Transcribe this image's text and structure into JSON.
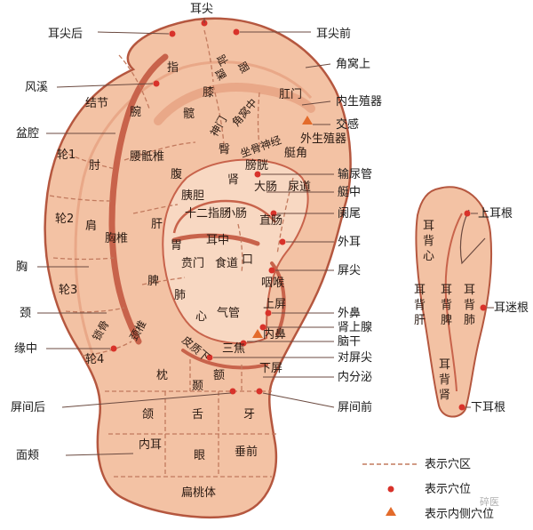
{
  "colors": {
    "skin": "#f3c2a4",
    "skin_light": "#f8d8c2",
    "skin_dark": "#e9a888",
    "outline": "#b5573f",
    "dashed": "#c27a5e",
    "point": "#d8322a",
    "line": "#6b4a40"
  },
  "outer_labels": {
    "ershi": "耳尖",
    "ershi_hou": "耳尖后",
    "ershi_qian": "耳尖前",
    "jiaowo_shang": "角窝上",
    "fengxi": "风溪",
    "neisheng_zhiqi": "内生殖器",
    "penqiang": "盆腔",
    "jiaogan": "交感",
    "shuniaoguan": "输尿管",
    "tingzhong": "艇中",
    "lanwei": "阑尾",
    "waier": "外耳",
    "xiong": "胸",
    "pingjian": "屏尖",
    "jing": "颈",
    "waibi": "外鼻",
    "shen_shangxian": "肾上腺",
    "yuanzhong": "缘中",
    "naogan": "脑干",
    "dui_pingjian": "对屏尖",
    "neifenmi": "内分泌",
    "pingjian_hou": "屏间后",
    "pingjian_qian": "屏间前",
    "mianjia": "面颊"
  },
  "zones": {
    "zhi": "指",
    "zhou_wan": "腕",
    "jiexie": "结节",
    "lun1": "轮1",
    "lun2": "轮2",
    "lun3": "轮3",
    "lun4": "轮4",
    "zhou": "肘",
    "jian": "肩",
    "suogu": "锁骨",
    "jingzhui": "颈椎",
    "xiongzhui": "胸椎",
    "yaodizhui": "腰骶椎",
    "kuan": "髋",
    "xi": "膝",
    "huai": "踝",
    "gen": "跟",
    "zhi2": "趾",
    "gangmen": "肛门",
    "jiaowo_zhong": "角窝中",
    "shenmen": "神门",
    "zuogu_shenjing": "坐骨神经",
    "waisheng_zhiqi": "外生殖器",
    "tun": "臀",
    "shen": "肾",
    "pangguang": "膀胱",
    "ting_jiao": "艇角",
    "fu": "腹",
    "yidan": "胰胆",
    "dachang": "大肠",
    "niaodao": "尿道",
    "shierzhichang": "十二指肠",
    "xiaochang": "小肠",
    "zhichang": "直肠",
    "gan": "肝",
    "wei": "胃",
    "erzhong": "耳中",
    "benmen": "贲门",
    "shidao": "食道",
    "kou": "口",
    "yanhou": "咽喉",
    "pi": "脾",
    "fei": "肺",
    "xin": "心",
    "qiguan": "气管",
    "shangping": "上屏",
    "neibi": "内鼻",
    "pizhixia": "皮质下",
    "sanjiao": "三焦",
    "xiaping": "下屏",
    "zhen": "枕",
    "nie": "颞",
    "e": "额",
    "he": "颌",
    "she": "舌",
    "ya": "牙",
    "neier": "内耳",
    "yan": "眼",
    "chuiqian": "垂前",
    "biantaoti": "扁桃体"
  },
  "back": {
    "shang_ergen": "上耳根",
    "erbei_xin": "耳背心",
    "erbei_gan": "耳背肝",
    "erbei_pi": "耳背脾",
    "erbei_fei": "耳背肺",
    "ermigen": "耳迷根",
    "erbei_shen": "耳背肾",
    "xia_ergen": "下耳根"
  },
  "legend": {
    "dashed_label": "表示穴区",
    "dot_label": "表示穴位",
    "triangle_label": "表示内侧穴位"
  },
  "watermark": "碎医"
}
